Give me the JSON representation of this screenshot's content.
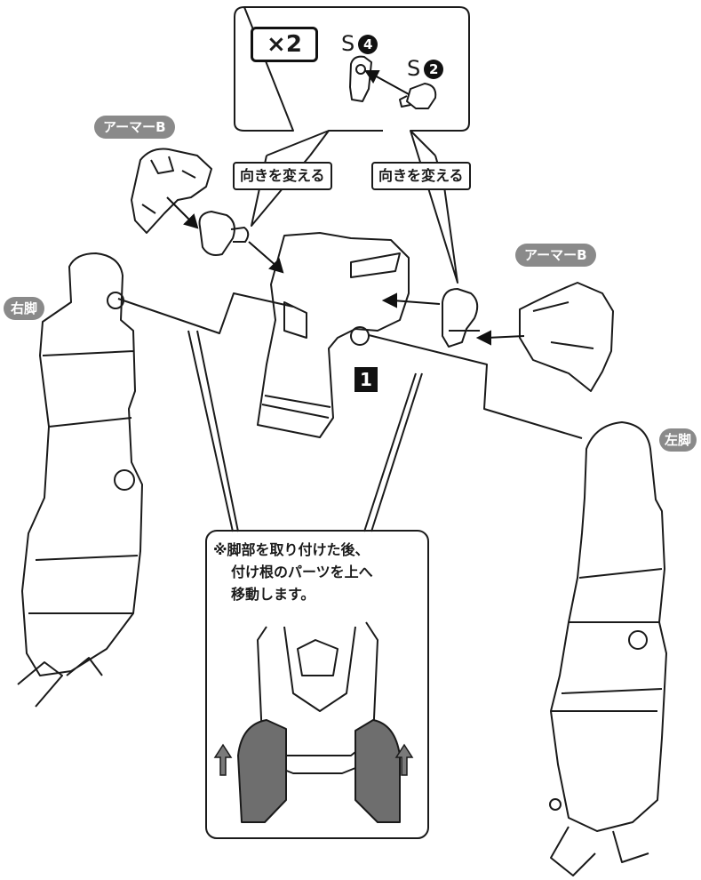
{
  "multiplier_label": "×2",
  "parts": [
    {
      "letter": "S",
      "number": "4"
    },
    {
      "letter": "S",
      "number": "2"
    }
  ],
  "instructions": {
    "rotate_left": "向きを変える",
    "rotate_right": "向きを変える"
  },
  "labels": {
    "armor_b_left": "アーマーB",
    "armor_b_right": "アーマーB",
    "right_leg": "右脚",
    "left_leg": "左脚"
  },
  "step_number": "1",
  "note_lines": [
    "※脚部を取り付けた後、",
    "付け根のパーツを上へ",
    "移動します。"
  ],
  "colors": {
    "label_pill": "#8a8a8a",
    "line_art": "#1a1a1a",
    "arrow_fill": "#7a7a7a",
    "detail_shade": "#6e6e6e"
  }
}
